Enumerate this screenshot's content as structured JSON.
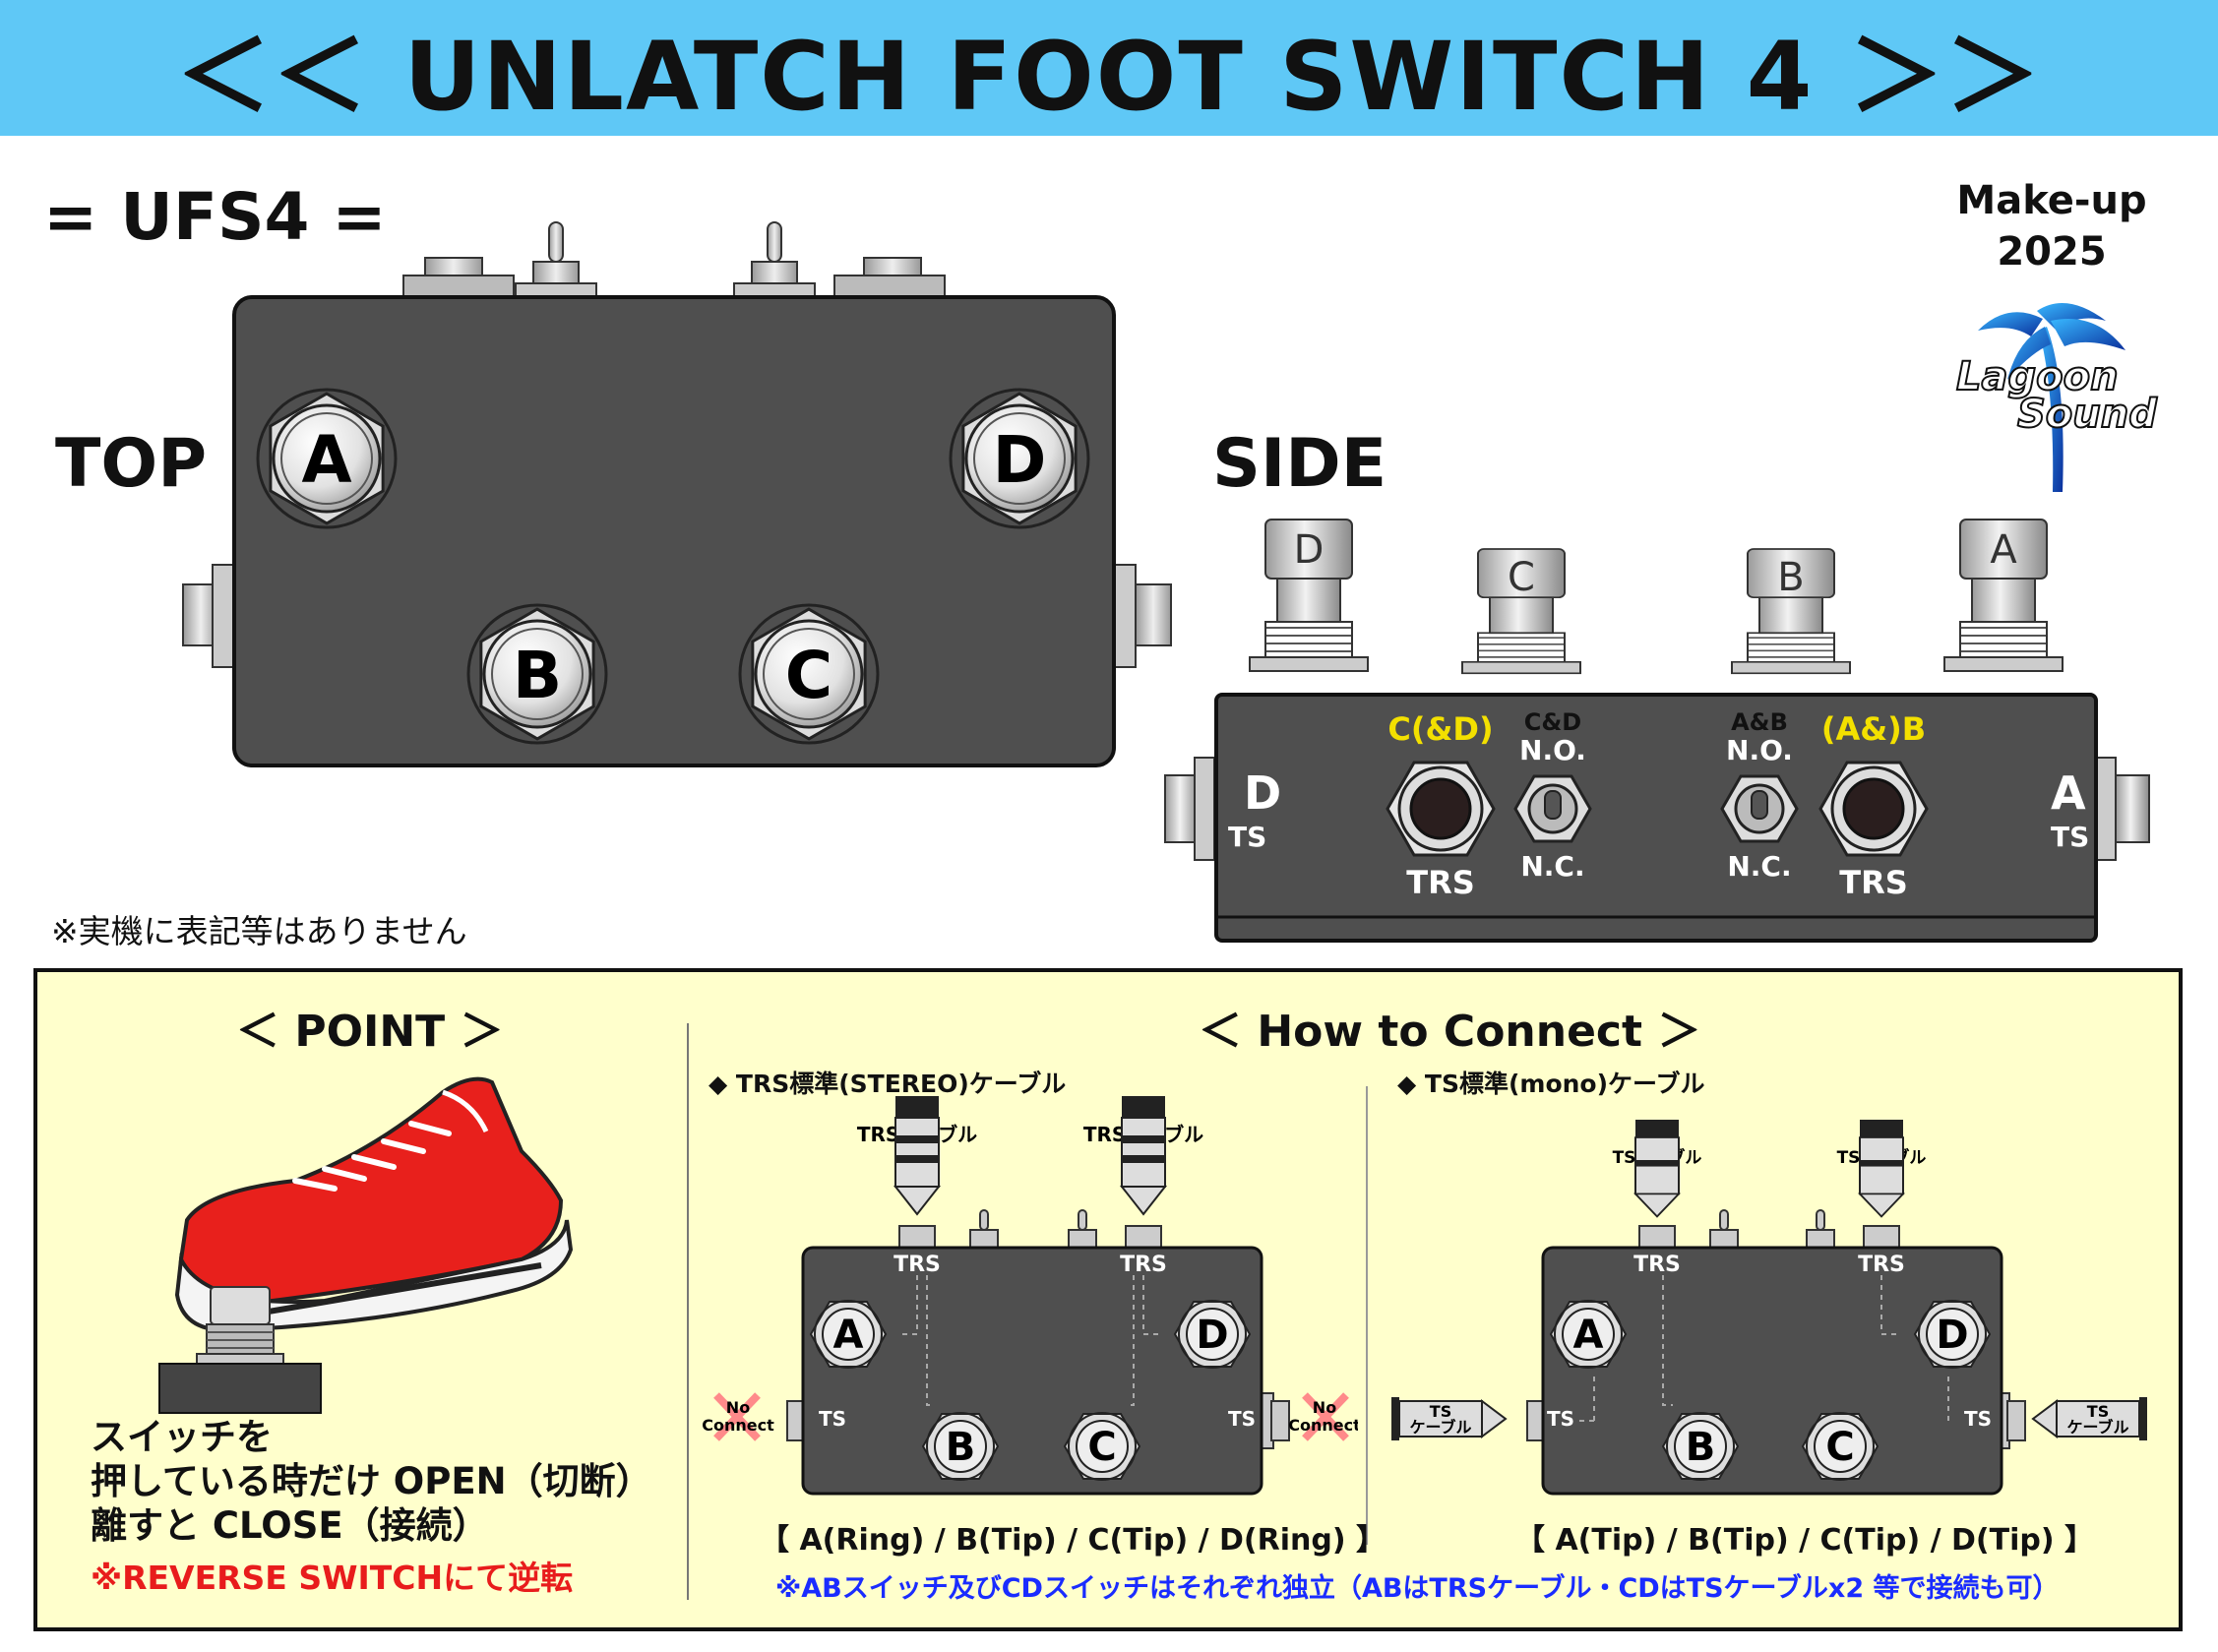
{
  "header": {
    "title": "＜＜ UNLATCH FOOT SWITCH 4 ＞＞"
  },
  "model": "= UFS4 =",
  "makeup": {
    "line1": "Make-up",
    "line2": "2025"
  },
  "brand": {
    "line1": "Lagoon",
    "line2": "Sound"
  },
  "top_view": {
    "label": "TOP",
    "switches": [
      "A",
      "D",
      "B",
      "C"
    ]
  },
  "side_view": {
    "label": "SIDE",
    "stomps": [
      "D",
      "C",
      "B",
      "A"
    ],
    "left_jack": {
      "letter": "D",
      "type": "TS"
    },
    "right_jack": {
      "letter": "A",
      "type": "TS"
    },
    "trs_left": {
      "label": "C(&D)",
      "type": "TRS"
    },
    "trs_right": {
      "label": "(A&)B",
      "type": "TRS"
    },
    "toggle_left": {
      "pair": "C&D",
      "no": "N.O.",
      "nc": "N.C."
    },
    "toggle_right": {
      "pair": "A&B",
      "no": "N.O.",
      "nc": "N.C."
    },
    "accent_color": "#f3e000"
  },
  "note": "※実機に表記等はありません",
  "point": {
    "title": "＜ POINT ＞",
    "line1": "スイッチを",
    "line2": "押している時だけ OPEN（切断）",
    "line3": "離すと CLOSE（接続）",
    "reverse": "※REVERSE SWITCHにて逆転"
  },
  "how": {
    "title": "＜ How to Connect ＞",
    "trs": {
      "heading": "◆  TRS標準(STEREO)ケーブル",
      "cable_label": "TRSケーブル",
      "jack_label": "TRS",
      "side_label": "TS",
      "no_connect_1": "No",
      "no_connect_2": "Connect",
      "switches": [
        "A",
        "D",
        "B",
        "C"
      ],
      "summary": "【 A(Ring) / B(Tip) / C(Tip) / D(Ring) 】"
    },
    "ts": {
      "heading": "◆  TS標準(mono)ケーブル",
      "cable_label": "TSケーブル",
      "jack_label": "TRS",
      "side_label": "TS",
      "side_cable_1": "TS",
      "side_cable_2": "ケーブル",
      "switches": [
        "A",
        "D",
        "B",
        "C"
      ],
      "summary": "【 A(Tip) / B(Tip) / C(Tip) / D(Tip) 】"
    },
    "footnote": "※ABスイッチ及びCDスイッチはそれぞれ独立（ABはTRSケーブル・CDはTSケーブルx2 等で接続も可）"
  },
  "colors": {
    "banner": "#5fc8f6",
    "panel": "#ffffcc",
    "enclosure": "#4f4f4f",
    "red": "#e81c1c",
    "blue": "#1a2cff",
    "shoe": "#e8201c"
  }
}
